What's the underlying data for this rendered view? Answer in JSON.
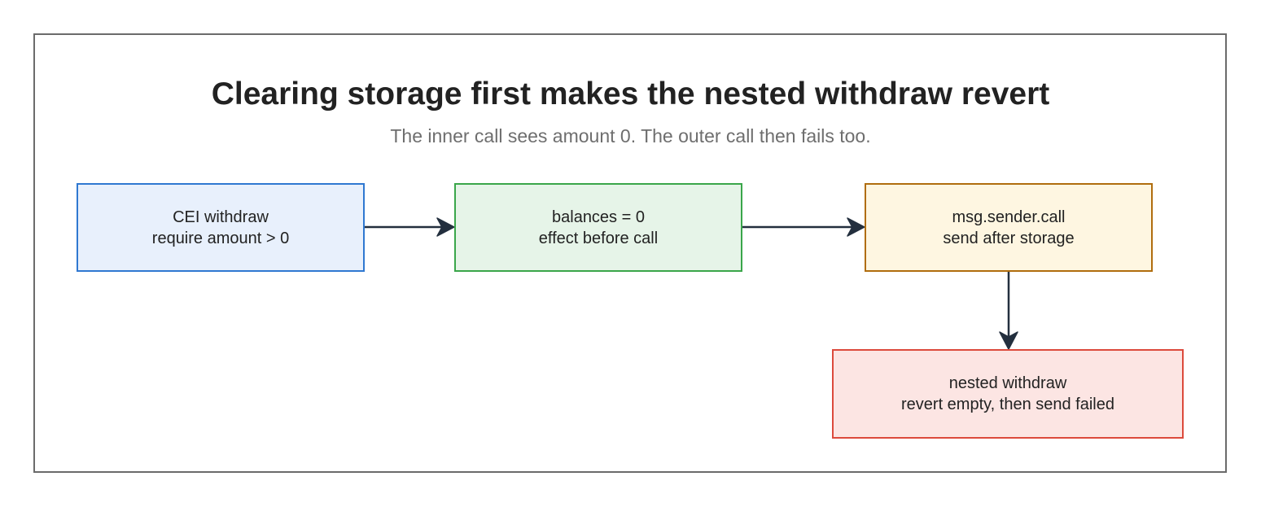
{
  "diagram": {
    "title": "Clearing storage first makes the nested withdraw revert",
    "subtitle": "The inner call sees amount 0. The outer call then fails too.",
    "nodes": [
      {
        "id": "cei-withdraw",
        "line1": "CEI withdraw",
        "line2": "require amount > 0",
        "fill": "#e8f0fc",
        "stroke": "#2f78d1"
      },
      {
        "id": "balances-zero",
        "line1": "balances = 0",
        "line2": "effect before call",
        "fill": "#e6f4e8",
        "stroke": "#3aa64a"
      },
      {
        "id": "sender-call",
        "line1": "msg.sender.call",
        "line2": "send after storage",
        "fill": "#fef6e1",
        "stroke": "#b06d0e"
      },
      {
        "id": "nested-withdraw",
        "line1": "nested withdraw",
        "line2": "revert empty, then send failed",
        "fill": "#fce5e3",
        "stroke": "#dc4a3c"
      }
    ],
    "edges": [
      {
        "from": "cei-withdraw",
        "to": "balances-zero"
      },
      {
        "from": "balances-zero",
        "to": "sender-call"
      },
      {
        "from": "sender-call",
        "to": "nested-withdraw"
      }
    ],
    "arrow_color": "#232f3e"
  }
}
